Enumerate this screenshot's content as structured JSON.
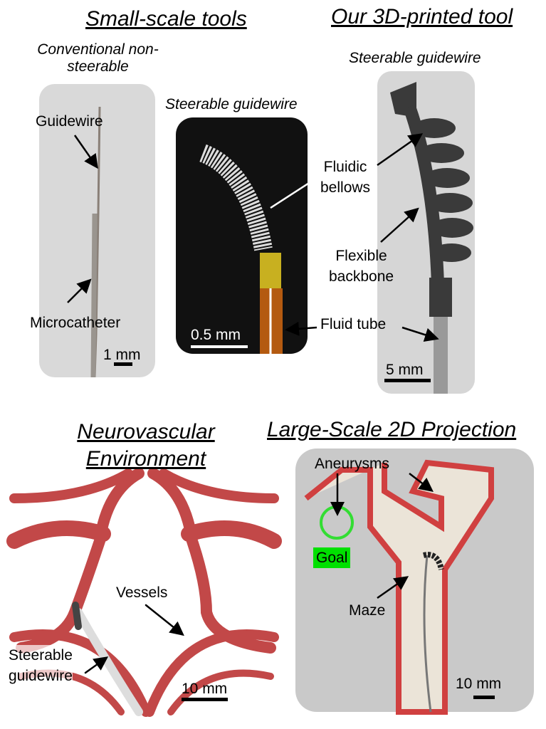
{
  "headers": {
    "small": "Small-scale tools",
    "ours": "Our 3D-printed tool",
    "neuro_1": "Neurovascular",
    "neuro_2": "Environment",
    "large": "Large-Scale 2D Projection"
  },
  "subtitles": {
    "conventional_1": "Conventional non-",
    "conventional_2": "steerable",
    "steerable_small": "Steerable guidewire",
    "steerable_ours": "Steerable guidewire"
  },
  "labels": {
    "guidewire": "Guidewire",
    "microcatheter": "Microcatheter",
    "scale_1mm": "1 mm",
    "fluidic_1": "Fluidic",
    "fluidic_2": "bellows",
    "scale_05mm": "0.5 mm",
    "fluid_tube": "Fluid tube",
    "flexible_1": "Flexible",
    "flexible_2": "backbone",
    "scale_5mm": "5 mm",
    "vessels": "Vessels",
    "steerable_1": "Steerable",
    "steerable_2": "guidewire",
    "scale_10mm_a": "10 mm",
    "aneurysms": "Aneurysms",
    "goal": "Goal",
    "maze": "Maze",
    "scale_10mm_b": "10 mm"
  },
  "colors": {
    "vessel": "#c24848",
    "goal": "#00e000"
  }
}
